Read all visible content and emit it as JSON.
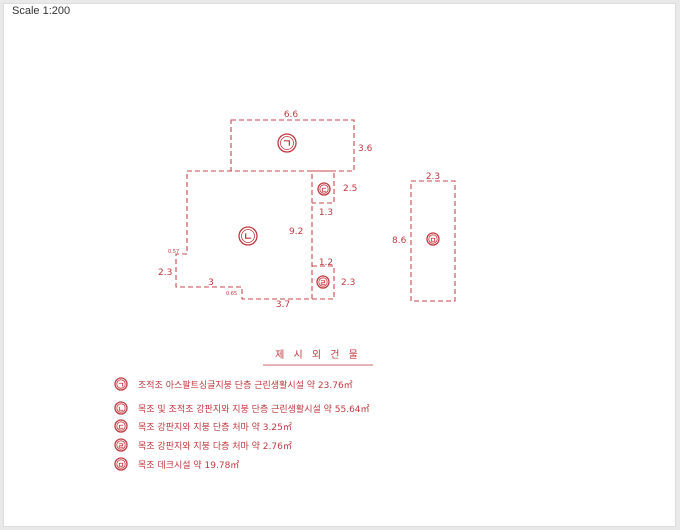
{
  "scale_label": "Scale  1:200",
  "colors": {
    "line": "#c9494d",
    "text": "#c0393f"
  },
  "buildings": [
    {
      "mark": "ㄱ"
    },
    {
      "mark": "ㄴ"
    },
    {
      "mark": "ㄷ"
    },
    {
      "mark": "ㄹ"
    },
    {
      "mark": "ㅁ"
    }
  ],
  "dimensions": {
    "a_width": "6.6",
    "a_height": "3.6",
    "c_height": "2.5",
    "c_width": "1.3",
    "b_height": "9.2",
    "d_width": "1.2",
    "d_height": "2.3",
    "left_step": "2.3",
    "left_offset": "0.57",
    "bottom_step": "3",
    "bottom_offset": "0.65",
    "bottom_width": "3.7",
    "e_width": "2.3",
    "e_height": "8.6"
  },
  "legend": {
    "title": "제 시 외 건 물",
    "items": [
      {
        "mark": "ㄱ",
        "text": "조적조 아스팔트싱글지붕 단층 근린생활시설 약 23.76㎡"
      },
      {
        "mark": "ㄴ",
        "text": "목조 및 조적조 강판지와 지붕 단층 근린생활시설 약 55.64㎡"
      },
      {
        "mark": "ㄷ",
        "text": "목조 강판지와 지붕 단층 처마 약 3.25㎡"
      },
      {
        "mark": "ㄹ",
        "text": "목조 강판지와 지붕 다층 처마 약 2.76㎡"
      },
      {
        "mark": "ㅁ",
        "text": "목조 데크시설 약 19.78㎡"
      }
    ]
  }
}
